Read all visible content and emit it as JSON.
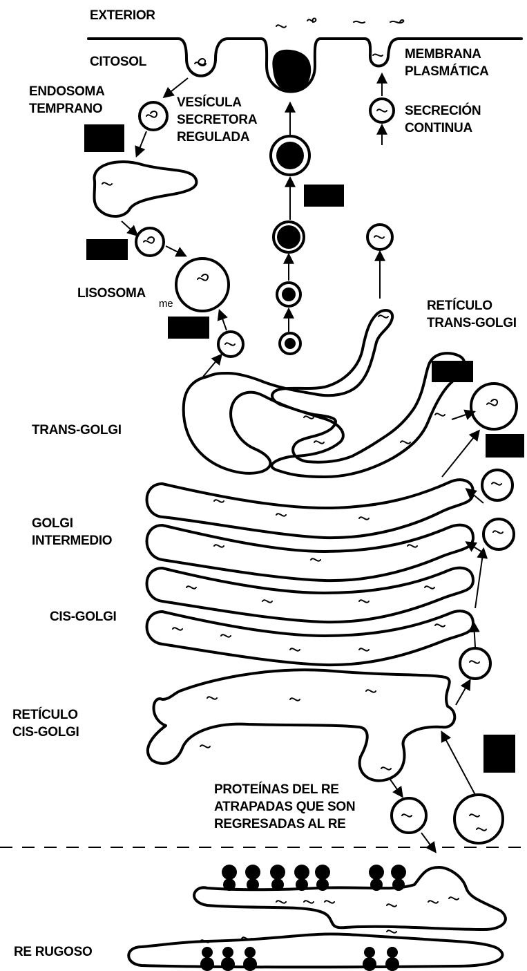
{
  "labels": {
    "exterior": "EXTERIOR",
    "citosol": "CITOSOL",
    "membrana_1": "MEMBRANA",
    "membrana_2": "PLASMÁTICA",
    "endosoma_1": "ENDOSOMA",
    "endosoma_2": "TEMPRANO",
    "vesicula_1": "VESÍCULA",
    "vesicula_2": "SECRETORA",
    "vesicula_3": "REGULADA",
    "secrecion_1": "SECRECIÓN",
    "secrecion_2": "CONTINUA",
    "lisosoma": "LISOSOMA",
    "me": "me",
    "reticulo_trans_1": "RETÍCULO",
    "reticulo_trans_2": "TRANS-GOLGI",
    "trans_golgi": "TRANS-GOLGI",
    "golgi_intermedio_1": "GOLGI",
    "golgi_intermedio_2": "INTERMEDIO",
    "cis_golgi": "CIS-GOLGI",
    "reticulo_cis_1": "RETÍCULO",
    "reticulo_cis_2": "CIS-GOLGI",
    "proteinas_1": "PROTEÍNAS DEL RE",
    "proteinas_2": "ATRAPADAS QUE SON",
    "proteinas_3": "REGRESADAS AL RE",
    "re_rugoso": "RE RUGOSO"
  },
  "colors": {
    "ink": "#000000",
    "paper": "#ffffff"
  }
}
